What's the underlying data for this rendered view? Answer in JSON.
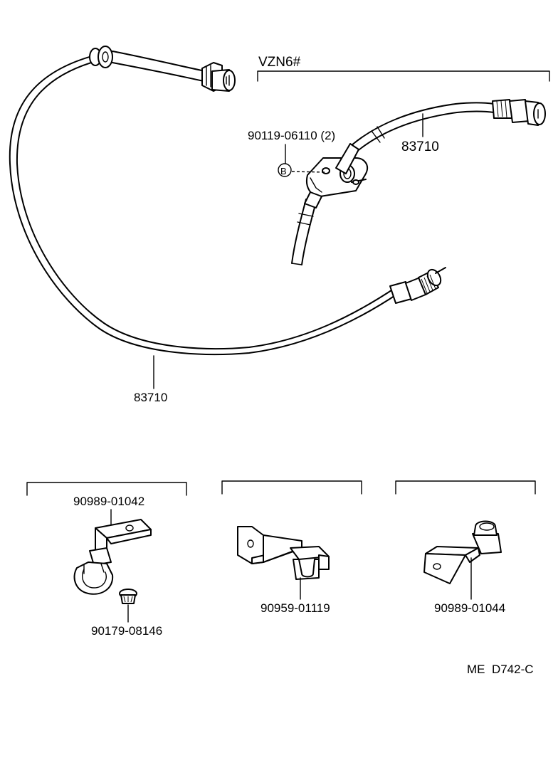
{
  "labels": {
    "variant": "VZN6#",
    "bolt_part": "90119-06110 (2)",
    "bolt_marker": "B",
    "cable_upper": "83710",
    "cable_main": "83710",
    "clamp_left": "90989-01042",
    "nut_left": "90179-08146",
    "clamp_middle": "90959-01119",
    "clamp_right": "90989-01044",
    "drawing_code": "ME  D742-C"
  }
}
